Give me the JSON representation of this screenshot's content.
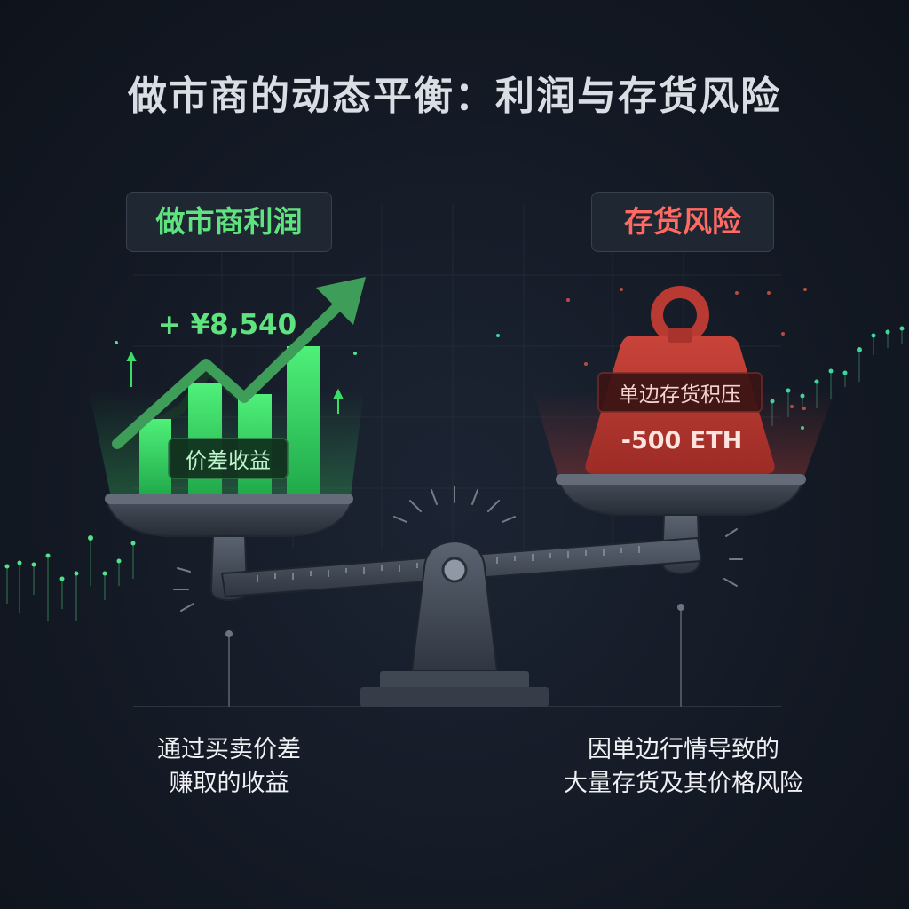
{
  "title": "做市商的动态平衡：利润与存货风险",
  "left": {
    "label": "做市商利润",
    "profit_value": "+ ¥8,540",
    "badge": "价差收益",
    "caption_lines": [
      "通过买卖价差",
      "赚取的收益"
    ]
  },
  "right": {
    "label": "存货风险",
    "weight_tag": "单边存货积压",
    "weight_value": "-500 ETH",
    "caption_lines": [
      "因单边行情导致的",
      "大量存货及其价格风险"
    ]
  },
  "colors": {
    "profit_green": "#3ddc68",
    "risk_red": "#d8423b",
    "background": "#141a25",
    "metal": "#3e4653"
  },
  "icons": [
    "up-arrow-icon",
    "weight-icon",
    "balance-scale-icon"
  ]
}
